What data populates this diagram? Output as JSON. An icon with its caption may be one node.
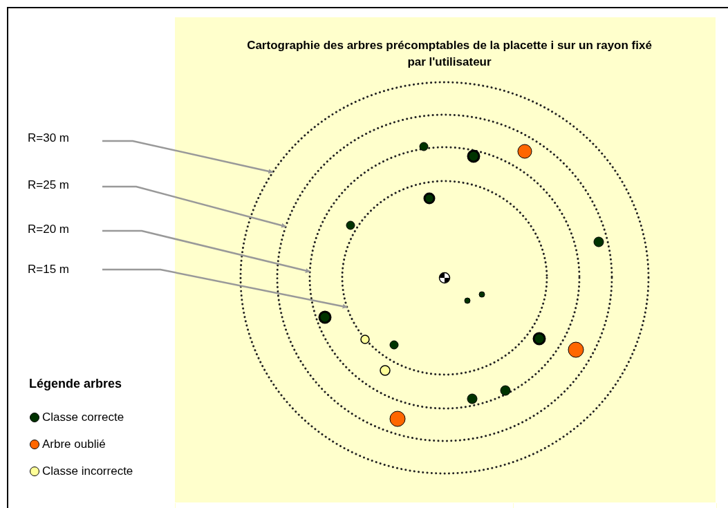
{
  "diagram": {
    "title": "Cartographie des arbres précomptables de la placette i sur un rayon fixé par l'utilisateur",
    "nodes": [
      {
        "text": [
          "R=30 m"
        ]
      },
      {
        "text": [
          "R=25 m"
        ]
      },
      {
        "text": [
          "R=20 m"
        ]
      },
      {
        "text": [
          "R=15 m"
        ]
      },
      {
        "text": [],
        "shape": "circle"
      },
      {
        "text": [],
        "shape": "circle",
        "in": 4
      },
      {
        "text": [],
        "shape": "circle",
        "in": 5
      },
      {
        "text": [],
        "shape": "circle",
        "in": 6
      }
    ],
    "edges": [
      {
        "from": 0,
        "to": 4,
        "arrow": "to"
      },
      {
        "from": 1,
        "to": 5,
        "arrow": "to"
      },
      {
        "from": 2,
        "to": 6,
        "arrow": "to"
      },
      {
        "from": 3,
        "to": 7,
        "arrow": "to"
      }
    ],
    "legend": [
      {
        "text": "Classe correcte",
        "color": "#003300"
      },
      {
        "text": "Arbre oublié",
        "color": "#ff6600"
      },
      {
        "text": "Classe incorrecte",
        "color": "#ffff99"
      }
    ],
    "labels": [
      "Légende arbres"
    ]
  }
}
